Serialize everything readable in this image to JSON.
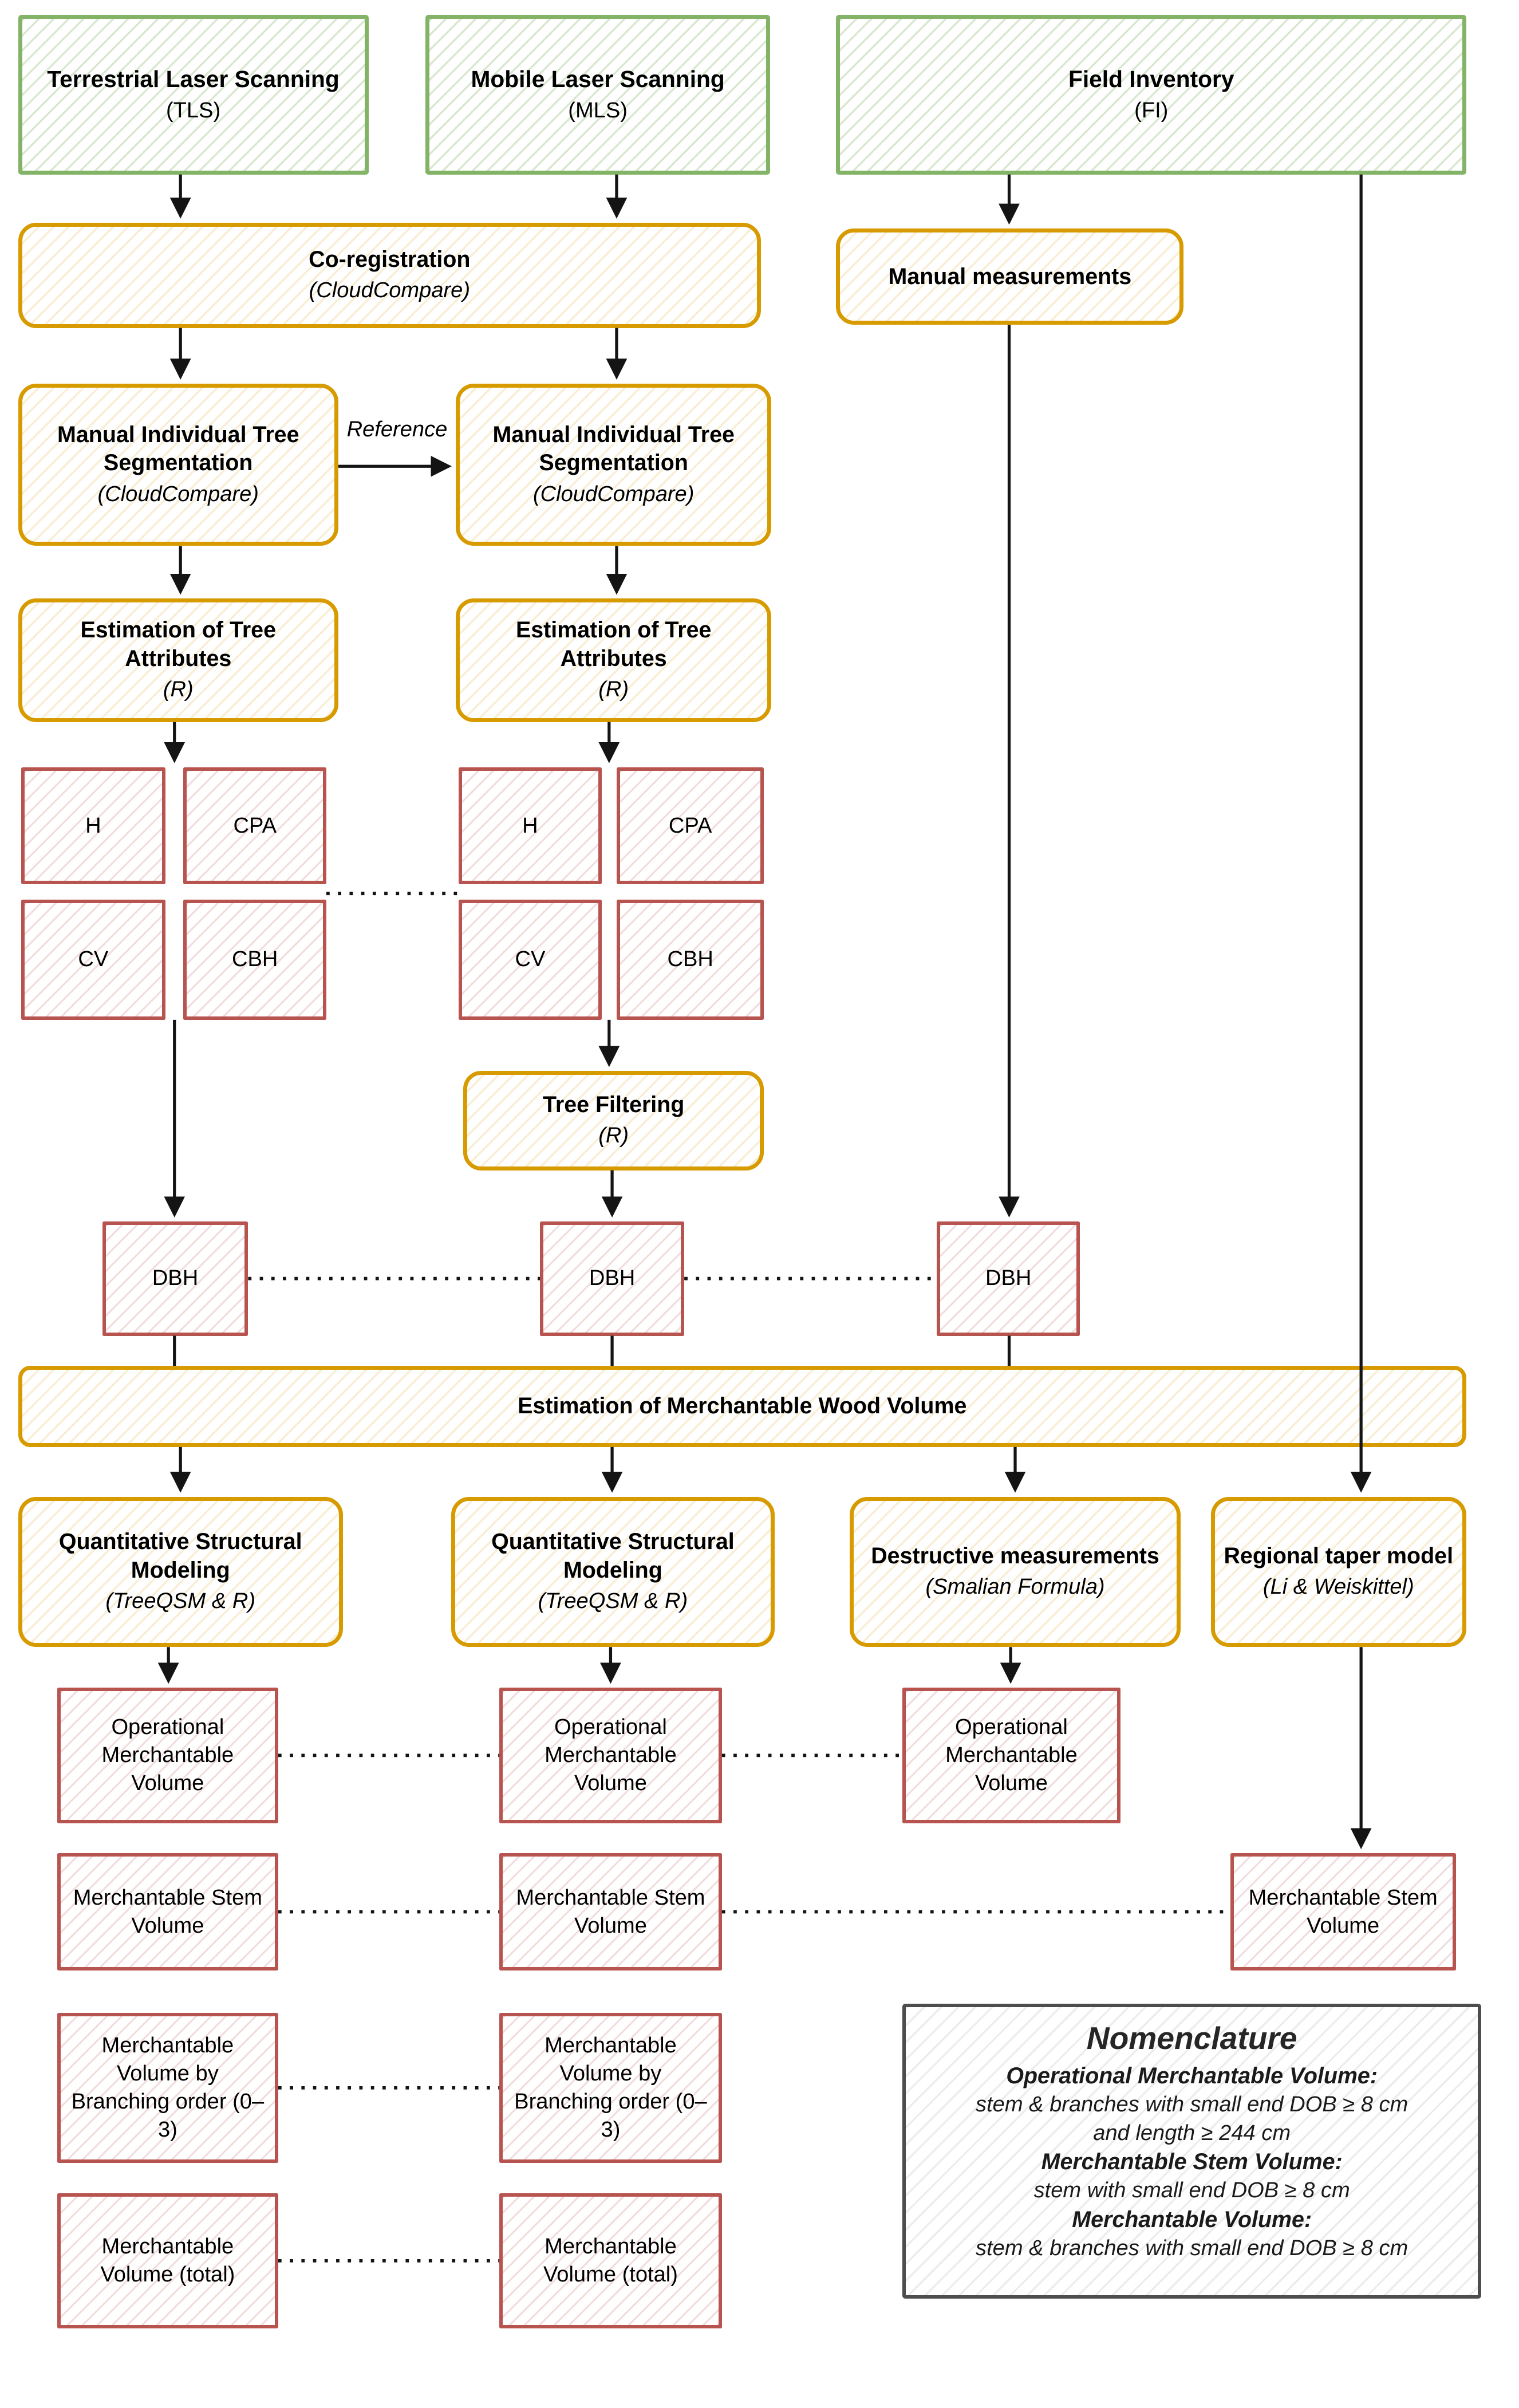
{
  "colors": {
    "source_green": "#82b366",
    "process_orange": "#d79b00",
    "attribute_red": "#b85450",
    "nomenclature_gray": "#4d4d4d",
    "connector_black": "#141414"
  },
  "nodes": {
    "tls": {
      "title": "Terrestrial Laser Scanning",
      "sub": "(TLS)"
    },
    "mls": {
      "title": "Mobile Laser Scanning",
      "sub": "(MLS)"
    },
    "fi": {
      "title": "Field Inventory",
      "sub": "(FI)"
    },
    "coreg": {
      "title": "Co-registration",
      "sub": "(CloudCompare)"
    },
    "manual": {
      "title": "Manual measurements"
    },
    "seg_tls": {
      "title": "Manual Individual Tree Segmentation",
      "sub": "(CloudCompare)"
    },
    "seg_mls": {
      "title": "Manual Individual Tree Segmentation",
      "sub": "(CloudCompare)"
    },
    "attr_tls": {
      "title": "Estimation of Tree Attributes",
      "sub": "(R)"
    },
    "attr_mls": {
      "title": "Estimation of Tree Attributes",
      "sub": "(R)"
    },
    "h_tls": {
      "label": "H"
    },
    "cpa_tls": {
      "label": "CPA"
    },
    "cv_tls": {
      "label": "CV"
    },
    "cbh_tls": {
      "label": "CBH"
    },
    "h_mls": {
      "label": "H"
    },
    "cpa_mls": {
      "label": "CPA"
    },
    "cv_mls": {
      "label": "CV"
    },
    "cbh_mls": {
      "label": "CBH"
    },
    "filtering": {
      "title": "Tree Filtering",
      "sub": "(R)"
    },
    "dbh_tls": {
      "label": "DBH"
    },
    "dbh_mls": {
      "label": "DBH"
    },
    "dbh_fi": {
      "label": "DBH"
    },
    "volume_bar": {
      "title": "Estimation of Merchantable Wood Volume"
    },
    "qsm_tls": {
      "title": "Quantitative Structural Modeling",
      "sub": "(TreeQSM & R)"
    },
    "qsm_mls": {
      "title": "Quantitative Structural Modeling",
      "sub": "(TreeQSM & R)"
    },
    "destructive": {
      "title": "Destructive measurements",
      "sub": "(Smalian Formula)"
    },
    "taper": {
      "title": "Regional taper model",
      "sub": "(Li & Weiskittel)"
    },
    "omv_tls": {
      "label": "Operational Merchantable Volume"
    },
    "omv_mls": {
      "label": "Operational Merchantable Volume"
    },
    "omv_fi": {
      "label": "Operational Merchantable Volume"
    },
    "msv_tls": {
      "label": "Merchantable Stem Volume"
    },
    "msv_mls": {
      "label": "Merchantable Stem Volume"
    },
    "msv_rt": {
      "label": "Merchantable Stem Volume"
    },
    "mvb_tls": {
      "label": "Merchantable Volume by Branching order (0–3)"
    },
    "mvb_mls": {
      "label": "Merchantable Volume by Branching order (0–3)"
    },
    "mvt_tls": {
      "label": "Merchantable Volume (total)"
    },
    "mvt_mls": {
      "label": "Merchantable Volume (total)"
    }
  },
  "edge_labels": {
    "reference": "Reference"
  },
  "nomenclature": {
    "title": "Nomenclature",
    "entries": [
      {
        "term": "Operational Merchantable Volume:",
        "definition": "stem & branches with small end DOB ≥ 8 cm\nand length ≥ 244 cm"
      },
      {
        "term": "Merchantable Stem Volume:",
        "definition": "stem with small end DOB ≥ 8 cm"
      },
      {
        "term": "Merchantable Volume:",
        "definition": "stem & branches with small end DOB ≥ 8 cm"
      }
    ]
  }
}
